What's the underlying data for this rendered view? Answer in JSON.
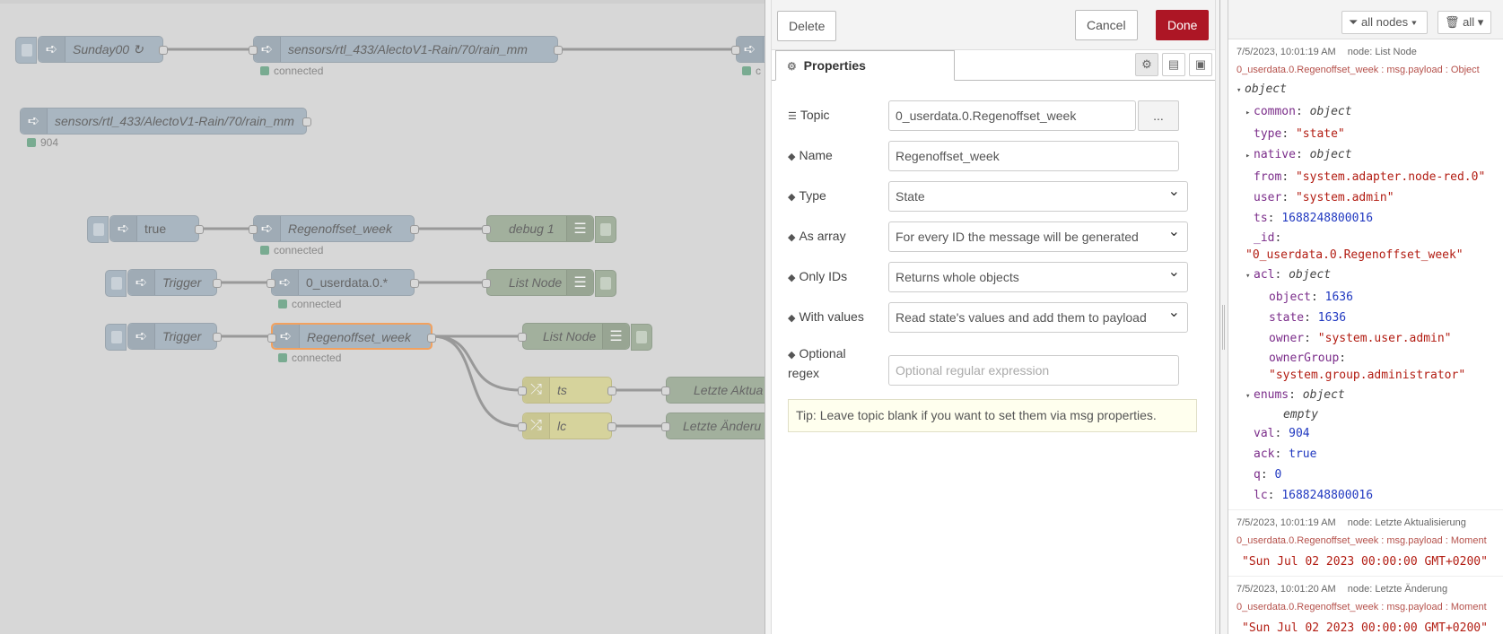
{
  "workspace": {
    "nodes": {
      "sunday": "Sunday00 ↻",
      "mqtt_in_1": "sensors/rtl_433/AlectoV1-Rain/70/rain_mm",
      "mqtt_in_1_status": "connected",
      "mqtt_in_1_right_status": "c",
      "mqtt_in_2": "sensors/rtl_433/AlectoV1-Rain/70/rain_mm",
      "mqtt_in_2_status": "904",
      "inject_true": "true",
      "getobj_regen_1": "Regenoffset_week",
      "getobj_regen_1_status": "connected",
      "debug_1": "debug 1",
      "trigger_1": "Trigger",
      "getobj_userdata": "0_userdata.0.*",
      "getobj_userdata_status": "connected",
      "list_node_1": "List Node",
      "trigger_2": "Trigger",
      "getobj_regen_2": "Regenoffset_week",
      "getobj_regen_2_status": "connected",
      "list_node_2": "List Node",
      "change_ts": "ts",
      "change_lc": "lc",
      "letzte_akt": "Letzte Aktua",
      "letzte_and": "Letzte Änderu"
    }
  },
  "tray": {
    "delete": "Delete",
    "cancel": "Cancel",
    "done": "Done",
    "tab_properties": "Properties",
    "form": {
      "topic_label": "Topic",
      "topic_value": "0_userdata.0.Regenoffset_week",
      "topic_btn": "...",
      "name_label": "Name",
      "name_value": "Regenoffset_week",
      "type_label": "Type",
      "type_value": "State",
      "asarray_label": "As array",
      "asarray_value": "For every ID the message will be generated",
      "onlyids_label": "Only IDs",
      "onlyids_value": "Returns whole objects",
      "withvalues_label": "With values",
      "withvalues_value": "Read state's values and add them to payload",
      "regex_label": "Optional regex",
      "regex_placeholder": "Optional regular expression"
    },
    "tip": "Tip: Leave topic blank if you want to set them via msg properties."
  },
  "sidebar": {
    "filter_nodes": "all nodes",
    "clear_filter": "all",
    "messages": [
      {
        "time": "7/5/2023, 10:01:19 AM",
        "node": "node: List Node",
        "topic": "0_userdata.0.Regenoffset_week : msg.payload : Object",
        "tree": {
          "root_type": "object",
          "common_key": "common",
          "common_val": "object",
          "type_key": "type",
          "type_val": "\"state\"",
          "native_key": "native",
          "native_val": "object",
          "from_key": "from",
          "from_val": "\"system.adapter.node-red.0\"",
          "user_key": "user",
          "user_val": "\"system.admin\"",
          "ts_key": "ts",
          "ts_val": "1688248800016",
          "id_key": "_id",
          "id_val": "\"0_userdata.0.Regenoffset_week\"",
          "acl_key": "acl",
          "acl_val": "object",
          "acl_object_key": "object",
          "acl_object_val": "1636",
          "acl_state_key": "state",
          "acl_state_val": "1636",
          "acl_owner_key": "owner",
          "acl_owner_val": "\"system.user.admin\"",
          "acl_ownergroup_key": "ownerGroup",
          "acl_ownergroup_val": "\"system.group.administrator\"",
          "enums_key": "enums",
          "enums_val": "object",
          "enums_empty": "empty",
          "val_key": "val",
          "val_val": "904",
          "ack_key": "ack",
          "ack_val": "true",
          "q_key": "q",
          "q_val": "0",
          "lc_key": "lc",
          "lc_val": "1688248800016"
        }
      },
      {
        "time": "7/5/2023, 10:01:19 AM",
        "node": "node: Letzte Aktualisierung",
        "topic": "0_userdata.0.Regenoffset_week : msg.payload : Moment",
        "value": "\"Sun Jul 02 2023 00:00:00 GMT+0200\""
      },
      {
        "time": "7/5/2023, 10:01:20 AM",
        "node": "node: Letzte Änderung",
        "topic": "0_userdata.0.Regenoffset_week : msg.payload : Moment",
        "value": "\"Sun Jul 02 2023 00:00:00 GMT+0200\""
      }
    ]
  }
}
